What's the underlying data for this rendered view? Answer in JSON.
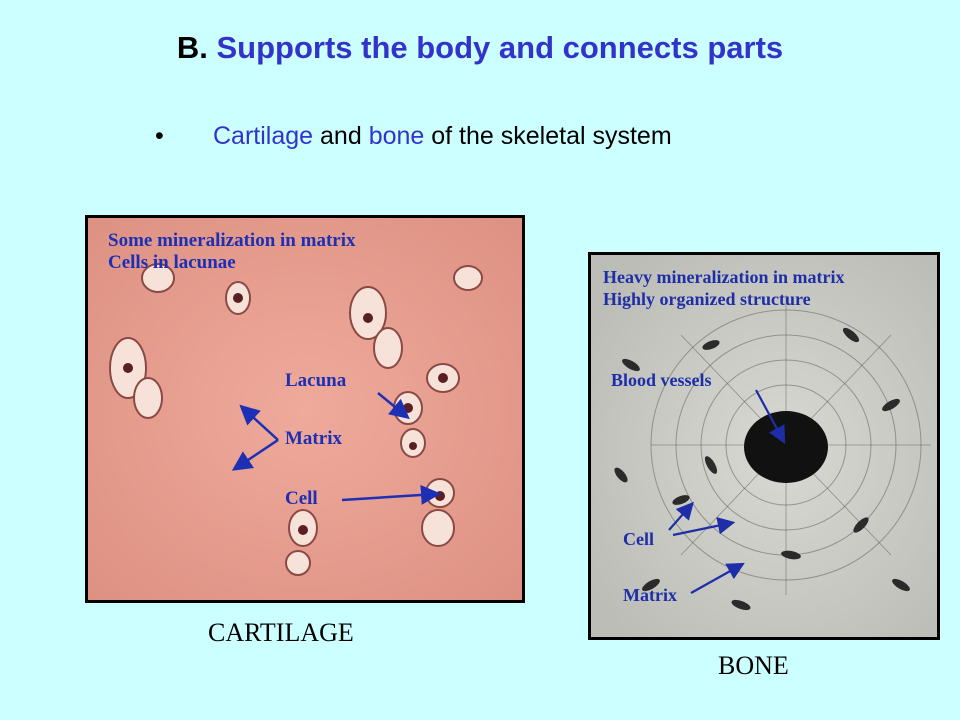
{
  "title": {
    "lead": "B.",
    "text": "Supports the body and connects parts"
  },
  "bullet": {
    "glyph": "•",
    "parts": [
      "Cartilage",
      "and",
      "bone",
      "of the skeletal system"
    ]
  },
  "cartilage": {
    "labels": {
      "line1": "Some mineralization in matrix",
      "line2": "Cells in lacunae",
      "lacuna": "Lacuna",
      "matrix": "Matrix",
      "cell": "Cell"
    },
    "caption": "CARTILAGE"
  },
  "bone": {
    "labels": {
      "line1": "Heavy mineralization in matrix",
      "line2": "Highly organized structure",
      "vessels": "Blood vessels",
      "cell": "Cell",
      "matrix": "Matrix"
    },
    "caption": "BONE"
  }
}
